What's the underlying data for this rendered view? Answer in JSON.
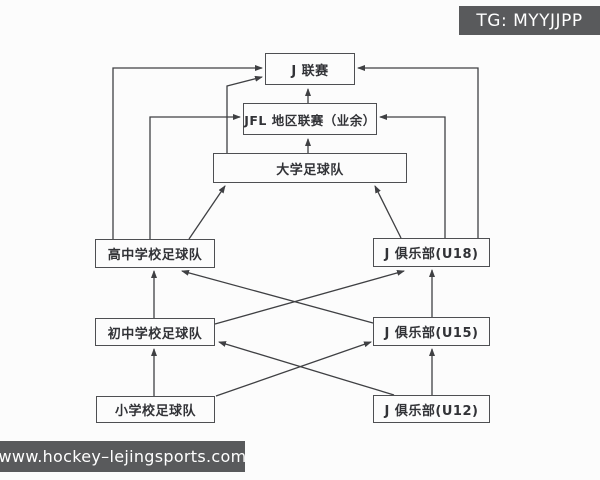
{
  "header": {
    "tg_badge": "TG: MYYJJPP"
  },
  "footer": {
    "watermark": "www.hockey–lejingsports.com"
  },
  "colors": {
    "page_bg": "#fcfcfc",
    "badge_bg": "#595a5c",
    "badge_text": "#ffffff",
    "box_border": "#4e4f52",
    "box_text": "#323337",
    "connector_line": "#3f4043"
  },
  "diagram": {
    "type": "flowchart-pyramid",
    "nodes": [
      {
        "id": "j-league",
        "label": "J 联赛"
      },
      {
        "id": "jfl",
        "label": "JFL 地区联赛（业余）"
      },
      {
        "id": "university",
        "label": "大学足球队"
      },
      {
        "id": "high-school",
        "label": "高中学校足球队"
      },
      {
        "id": "j-club-u18",
        "label": "J 俱乐部(U18)"
      },
      {
        "id": "junior-high",
        "label": "初中学校足球队"
      },
      {
        "id": "j-club-u15",
        "label": "J 俱乐部(U15)"
      },
      {
        "id": "elementary",
        "label": "小学校足球队"
      },
      {
        "id": "j-club-u12",
        "label": "J 俱乐部(U12)"
      }
    ],
    "edges": [
      {
        "from": "jfl",
        "to": "j-league"
      },
      {
        "from": "university",
        "to": "jfl"
      },
      {
        "from": "university",
        "to": "j-league"
      },
      {
        "from": "high-school",
        "to": "j-league"
      },
      {
        "from": "high-school",
        "to": "jfl"
      },
      {
        "from": "j-club-u18",
        "to": "j-league"
      },
      {
        "from": "j-club-u18",
        "to": "jfl"
      },
      {
        "from": "high-school",
        "to": "university"
      },
      {
        "from": "j-club-u18",
        "to": "university"
      },
      {
        "from": "junior-high",
        "to": "high-school"
      },
      {
        "from": "j-club-u15",
        "to": "j-club-u18"
      },
      {
        "from": "j-club-u15",
        "to": "high-school"
      },
      {
        "from": "junior-high",
        "to": "j-club-u18"
      },
      {
        "from": "elementary",
        "to": "junior-high"
      },
      {
        "from": "j-club-u12",
        "to": "j-club-u15"
      },
      {
        "from": "j-club-u12",
        "to": "junior-high"
      },
      {
        "from": "elementary",
        "to": "j-club-u15"
      }
    ]
  }
}
